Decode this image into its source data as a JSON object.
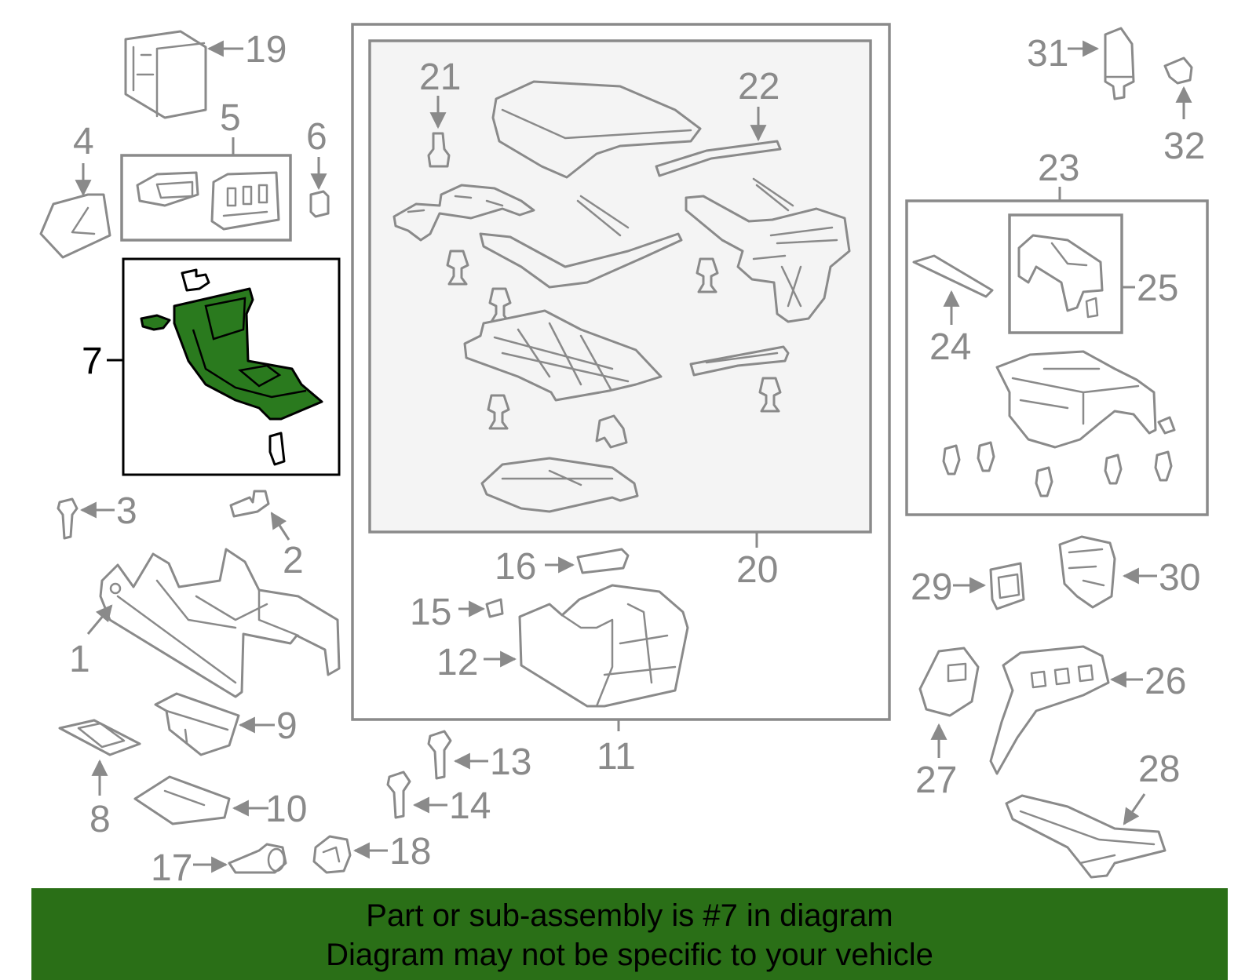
{
  "diagram": {
    "callouts": {
      "c1": "1",
      "c2": "2",
      "c3": "3",
      "c4": "4",
      "c5": "5",
      "c6": "6",
      "c7": "7",
      "c8": "8",
      "c9": "9",
      "c10": "10",
      "c11": "11",
      "c12": "12",
      "c13": "13",
      "c14": "14",
      "c15": "15",
      "c16": "16",
      "c17": "17",
      "c18": "18",
      "c19": "19",
      "c20": "20",
      "c21": "21",
      "c22": "22",
      "c23": "23",
      "c24": "24",
      "c25": "25",
      "c26": "26",
      "c27": "27",
      "c28": "28",
      "c29": "29",
      "c30": "30",
      "c31": "31",
      "c32": "32"
    },
    "highlighted_part": "7",
    "colors": {
      "line": "#8a8a8a",
      "highlight_fill": "#2a7a1e",
      "banner_background": "#2a6f17",
      "banner_text": "#000000"
    }
  },
  "banner": {
    "line1": "Part or sub-assembly is #7 in diagram",
    "line2": "Diagram may not be specific to your vehicle"
  }
}
